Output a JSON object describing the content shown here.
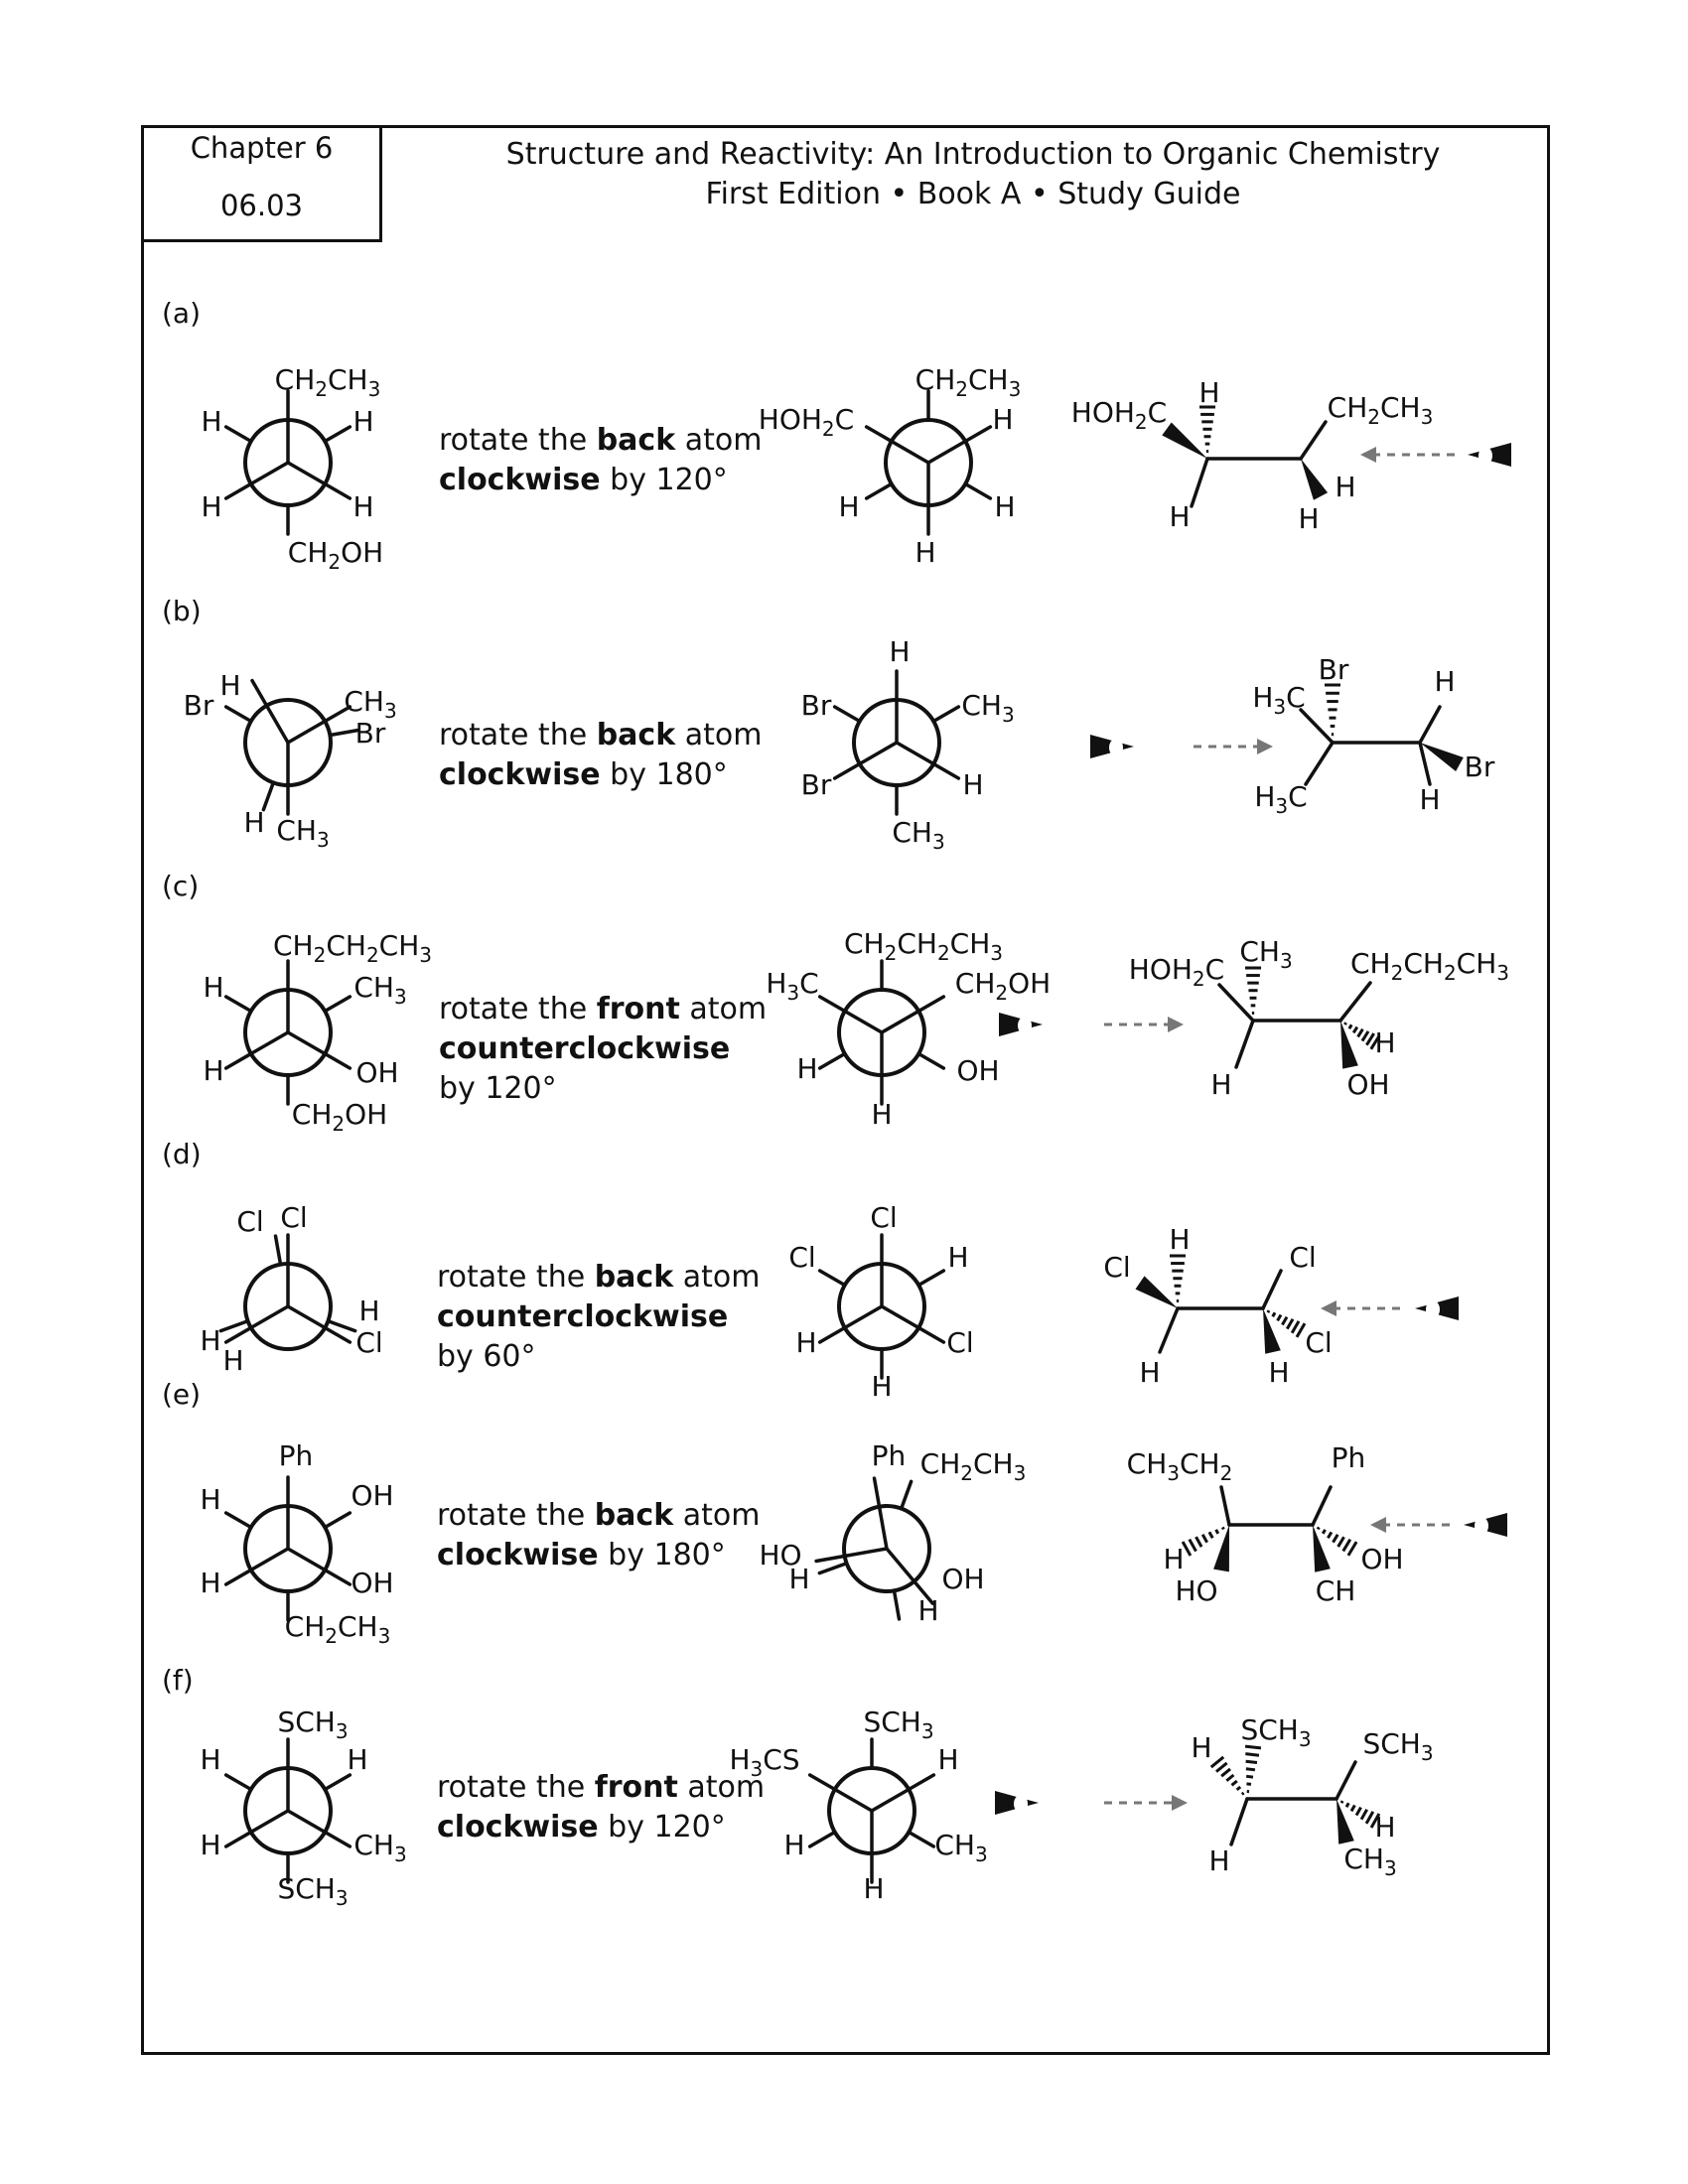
{
  "header": {
    "chapter": "Chapter 6",
    "number": "06.03",
    "title": "Structure and Reactivity: An Introduction to Organic Chemistry",
    "subtitle": "First Edition • Book A • Study Guide"
  },
  "problems": [
    {
      "label": "(a)",
      "pre": "rotate the ",
      "atom": "back",
      "mid": " atom",
      "dir": "clockwise",
      "post": " by 120°",
      "line3": ""
    },
    {
      "label": "(b)",
      "pre": "rotate the ",
      "atom": "back",
      "mid": " atom",
      "dir": "clockwise",
      "post": " by 180°",
      "line3": ""
    },
    {
      "label": "(c)",
      "pre": "rotate the ",
      "atom": "front",
      "mid": " atom",
      "dir": "counterclockwise",
      "post": "",
      "line3": "by 120°"
    },
    {
      "label": "(d)",
      "pre": "rotate the ",
      "atom": "back",
      "mid": " atom",
      "dir": "counterclockwise",
      "post": "",
      "line3": "by 60°"
    },
    {
      "label": "(e)",
      "pre": "rotate the ",
      "atom": "back",
      "mid": " atom",
      "dir": "clockwise",
      "post": " by 180°",
      "line3": ""
    },
    {
      "label": "(f)",
      "pre": "rotate the ",
      "atom": "front",
      "mid": " atom",
      "dir": "clockwise",
      "post": " by 120°",
      "line3": ""
    }
  ],
  "structures": {
    "a": {
      "n1": {
        "top": "CH2CH3",
        "fl": "H",
        "fr": "H",
        "bl": "H",
        "br": "H",
        "bottom": "CH2OH"
      },
      "n2": {
        "top": "CH2CH3",
        "l": "HOH2C",
        "r": "H",
        "bl": "H",
        "br": "H",
        "bottom": "H"
      },
      "sk": {
        "a": "HOH2C",
        "b": "H",
        "c": "H",
        "d": "CH2CH3",
        "e": "H",
        "f": "H"
      }
    },
    "b": {
      "n1": {
        "a": "Br",
        "b": "H",
        "c": "CH3",
        "d": "Br",
        "e": "H",
        "f": "CH3"
      },
      "n2": {
        "top": "H",
        "l": "Br",
        "r": "CH3",
        "bl": "Br",
        "br": "H",
        "bottom": "CH3"
      },
      "sk": {
        "a": "H3C",
        "b": "Br",
        "c": "H3C",
        "d": "H",
        "e": "Br",
        "f": "H"
      }
    },
    "c": {
      "n1": {
        "top": "CH2CH2CH3",
        "l": "H",
        "r": "CH3",
        "bl": "H",
        "br": "OH",
        "bottom": "CH2OH"
      },
      "n2": {
        "top": "CH2CH2CH3",
        "l": "H3C",
        "r": "CH2OH",
        "bl": "H",
        "br": "OH",
        "bottom": "H"
      },
      "sk": {
        "a": "HOH2C",
        "b": "CH3",
        "c": "H",
        "d": "CH2CH2CH3",
        "e": "H",
        "f": "OH"
      }
    },
    "d": {
      "n1": {
        "a": "Cl",
        "b": "Cl",
        "c": "H",
        "d": "Cl",
        "e": "H",
        "f": "H"
      },
      "n2": {
        "top": "Cl",
        "l": "Cl",
        "r": "H",
        "bl": "H",
        "br": "Cl",
        "bottom": "H"
      },
      "sk": {
        "a": "Cl",
        "b": "H",
        "c": "H",
        "d": "Cl",
        "e": "Cl",
        "f": "H"
      }
    },
    "e": {
      "n1": {
        "top": "Ph",
        "l": "H",
        "r": "OH",
        "bl": "H",
        "br": "OH",
        "bottom": "CH2CH3"
      },
      "n2": {
        "top": "Ph",
        "tr": "CH2CH3",
        "l": "HO",
        "lb": "H",
        "br": "OH",
        "bottom": "H"
      },
      "sk": {
        "a": "CH3CH2",
        "b": "H",
        "c": "HO",
        "d": "Ph",
        "e": "OH",
        "f": "CH"
      }
    },
    "f": {
      "n1": {
        "top": "SCH3",
        "l": "H",
        "r": "H",
        "bl": "H",
        "br": "CH3",
        "bottom": "SCH3"
      },
      "n2": {
        "top": "SCH3",
        "l": "H3CS",
        "r": "H",
        "bl": "H",
        "br": "CH3",
        "bottom": "H"
      },
      "sk": {
        "a": "H",
        "b": "SCH3",
        "c": "H",
        "d": "SCH3",
        "e": "H",
        "f": "CH3"
      }
    }
  }
}
